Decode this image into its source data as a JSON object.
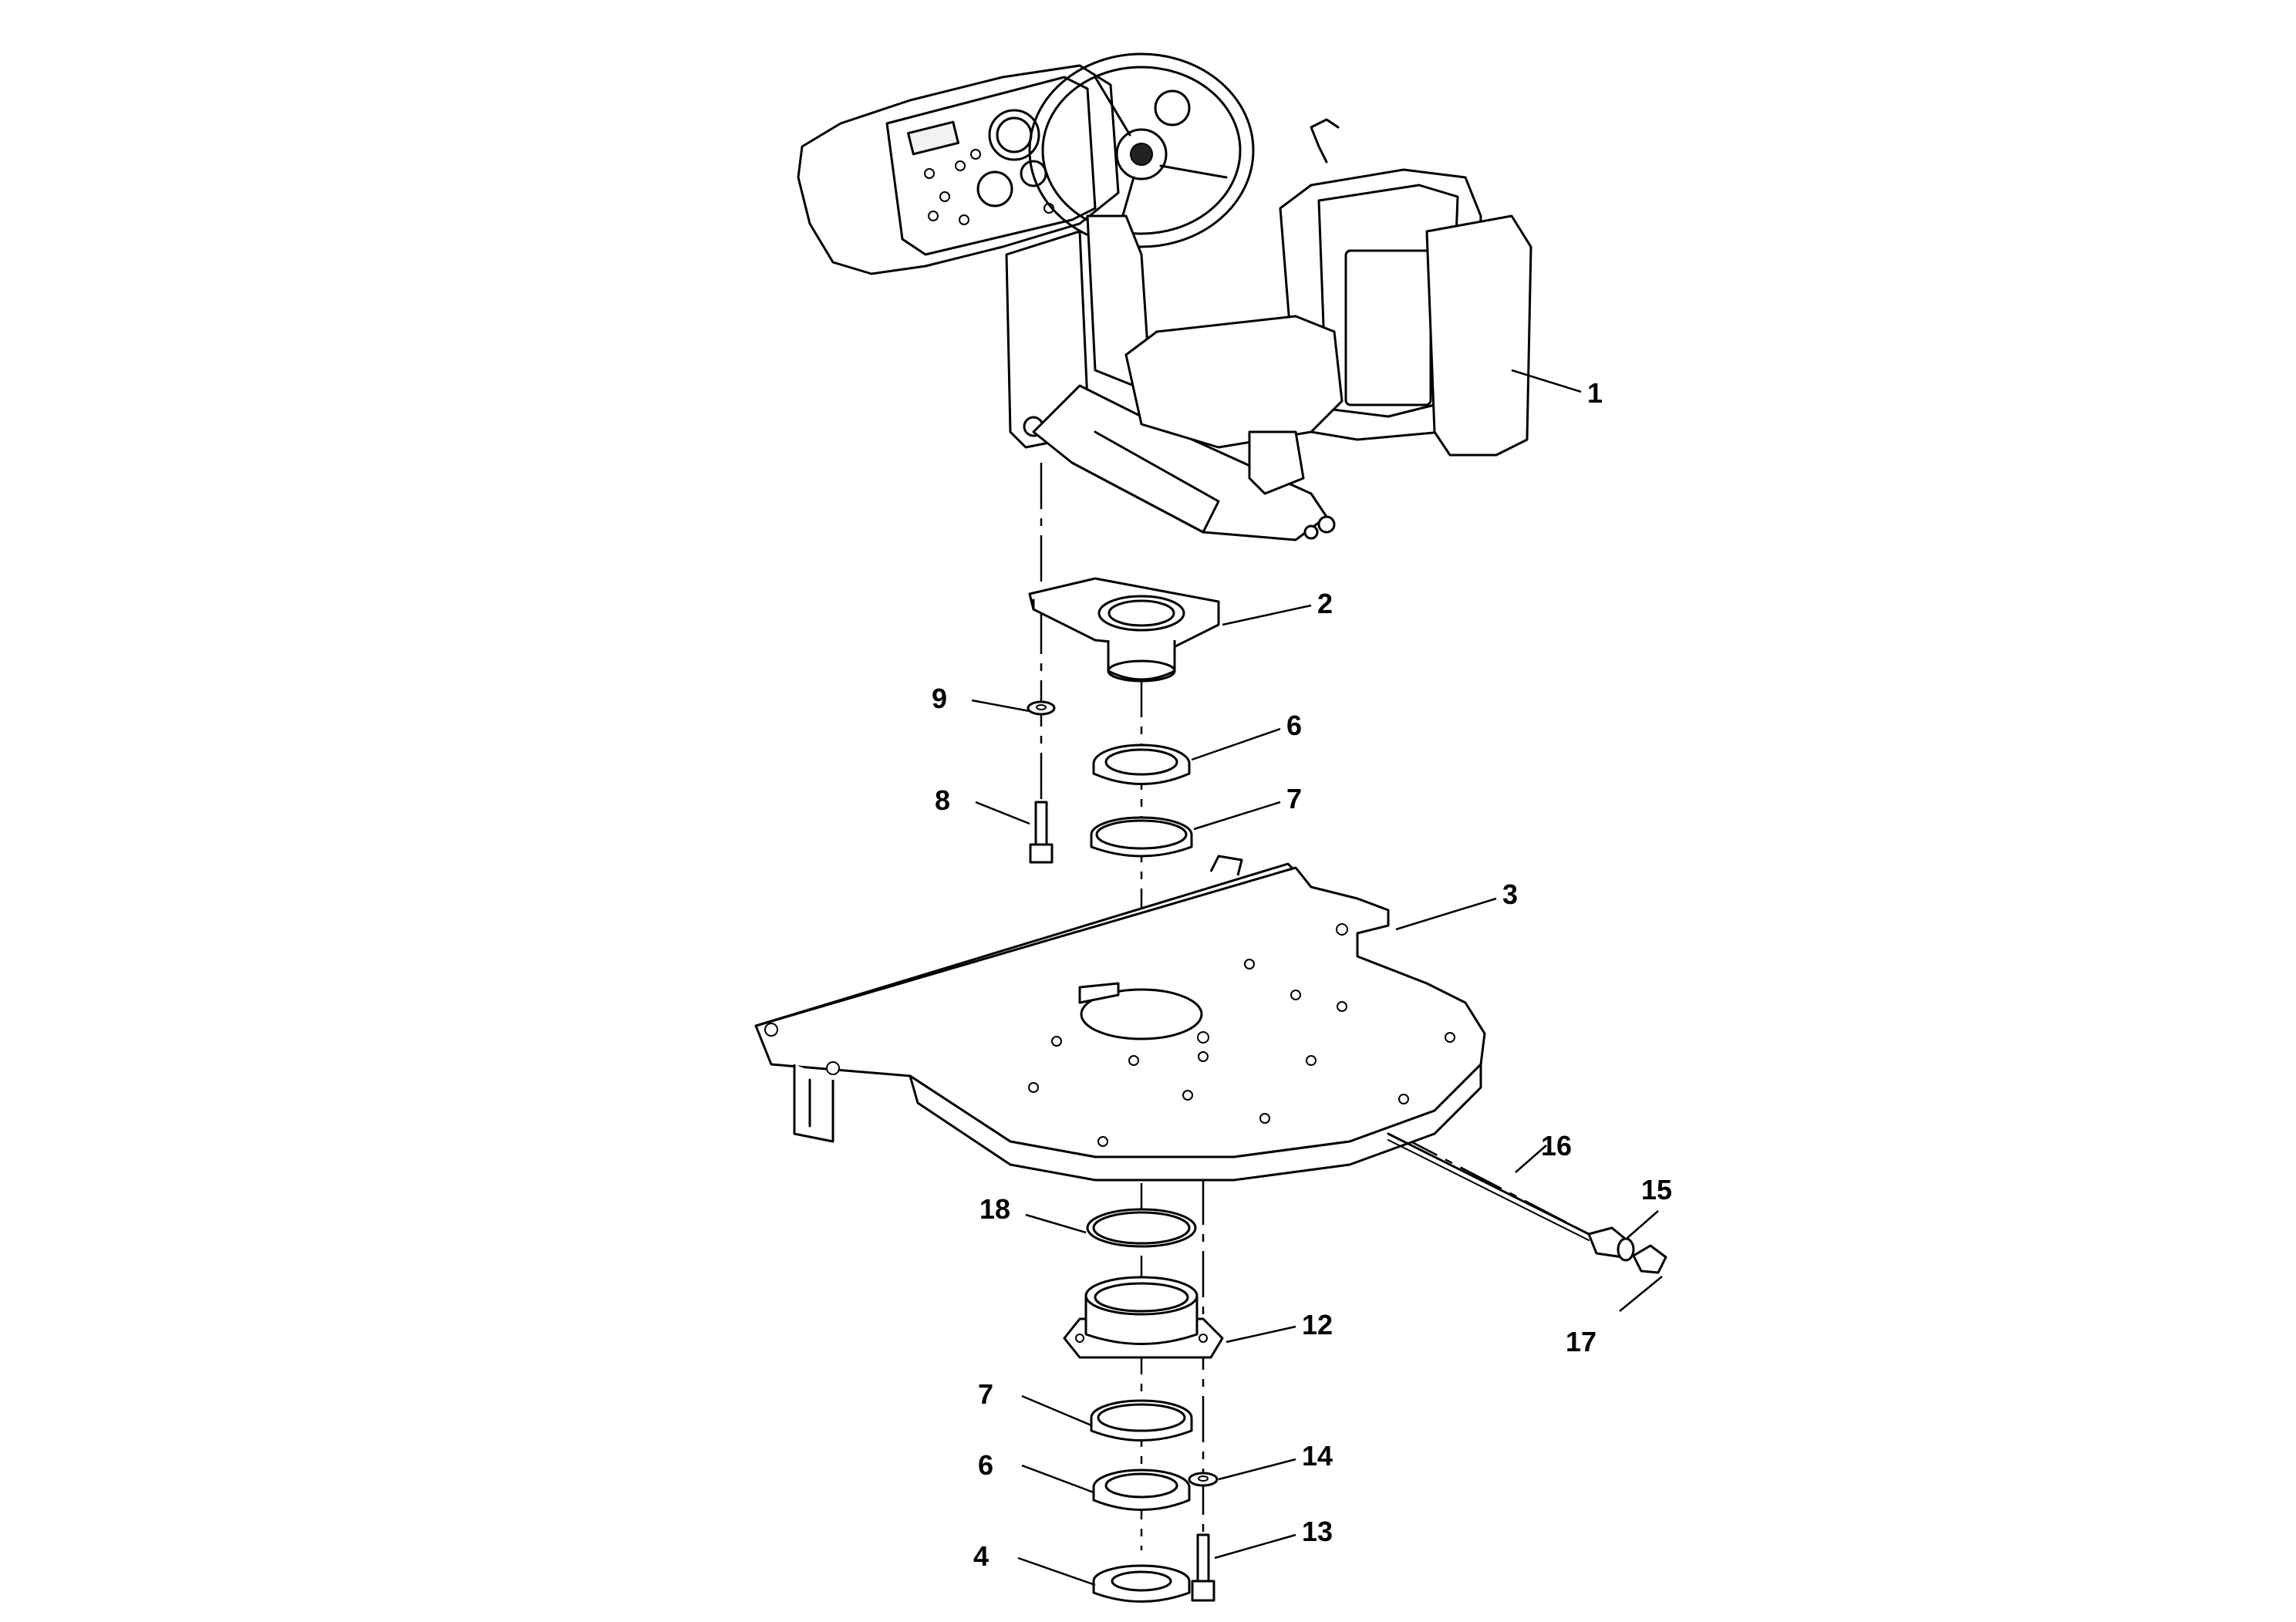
{
  "callouts": [
    {
      "id": "c1",
      "label": "1"
    },
    {
      "id": "c2",
      "label": "2"
    },
    {
      "id": "c3",
      "label": "3"
    },
    {
      "id": "c4",
      "label": "4"
    },
    {
      "id": "c6a",
      "label": "6"
    },
    {
      "id": "c6b",
      "label": "6"
    },
    {
      "id": "c7a",
      "label": "7"
    },
    {
      "id": "c7b",
      "label": "7"
    },
    {
      "id": "c8",
      "label": "8"
    },
    {
      "id": "c9",
      "label": "9"
    },
    {
      "id": "c12",
      "label": "12"
    },
    {
      "id": "c13",
      "label": "13"
    },
    {
      "id": "c14",
      "label": "14"
    },
    {
      "id": "c15",
      "label": "15"
    },
    {
      "id": "c16",
      "label": "16"
    },
    {
      "id": "c17",
      "label": "17"
    },
    {
      "id": "c18",
      "label": "18"
    }
  ]
}
